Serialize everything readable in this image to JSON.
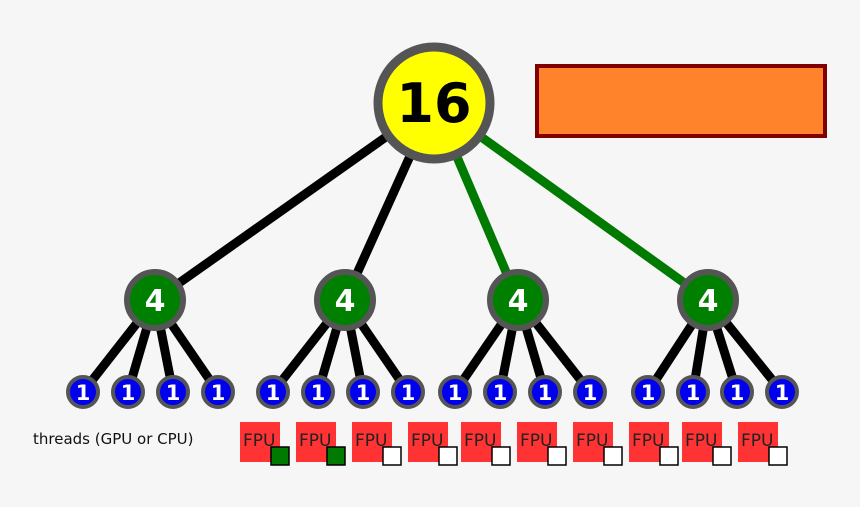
{
  "root": {
    "label": "16",
    "fill": "#ffff00",
    "stroke": "#555555"
  },
  "mid_nodes": [
    {
      "label": "4",
      "fill": "#008000"
    },
    {
      "label": "4",
      "fill": "#008000"
    },
    {
      "label": "4",
      "fill": "#008000"
    },
    {
      "label": "4",
      "fill": "#008000"
    }
  ],
  "leaf_nodes": {
    "label": "1",
    "fill": "#0000ee",
    "count": 16
  },
  "edges": {
    "default_color": "#000000",
    "highlight_color": "#007a00",
    "highlighted_root_children": [
      2,
      3
    ]
  },
  "legend_box": {
    "fill": "#ff832b",
    "stroke": "#800000"
  },
  "threads": {
    "caption": "threads (GPU or CPU)",
    "fpu_label": "FPU",
    "fpu_fill": "#ff3333",
    "items": [
      {
        "checked": true
      },
      {
        "checked": true
      },
      {
        "checked": false
      },
      {
        "checked": false
      },
      {
        "checked": false
      },
      {
        "checked": false
      },
      {
        "checked": false
      },
      {
        "checked": false
      },
      {
        "checked": false
      },
      {
        "checked": false
      }
    ],
    "checked_fill": "#007a00"
  }
}
